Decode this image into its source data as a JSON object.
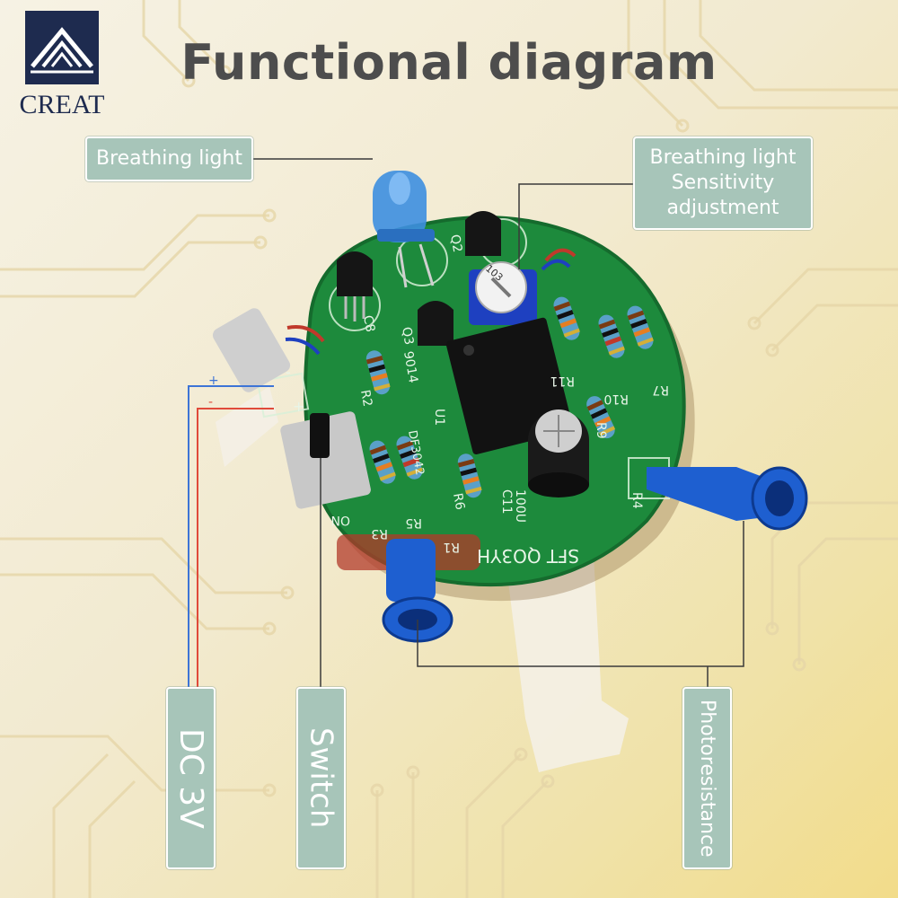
{
  "title": "Functional diagram",
  "brand": {
    "name": "CREAT"
  },
  "labels": {
    "breathing_light": "Breathing light",
    "sensitivity_line1": "Breathing light",
    "sensitivity_line2": "Sensitivity",
    "sensitivity_line3": "adjustment",
    "dc": "DC 3V",
    "switch": "Switch",
    "photoresistance": "Photoresistance"
  },
  "board_markings": {
    "c8": "C8",
    "q3": "Q3",
    "ic": "9014",
    "r2": "R2",
    "q2": "Q2",
    "r11": "R11",
    "r10": "R10",
    "r7": "R7",
    "r9": "R9",
    "u1": "U1",
    "part": "DF3042",
    "c11": "C11",
    "c11_val": "100U",
    "r4": "R4",
    "r3": "R3",
    "r5": "R5",
    "r6": "R6",
    "r1": "R1",
    "on": "ON",
    "model": "SFT QO3YH",
    "plus": "+",
    "minus": "-",
    "pot": "103"
  },
  "colors": {
    "label_fill": "#a7c5b9",
    "title": "#4d4d4d",
    "pcb": "#1d8a3c",
    "led": "#3d8fe0",
    "cap": "#1e5fd0",
    "logo": "#1e2b4f"
  }
}
